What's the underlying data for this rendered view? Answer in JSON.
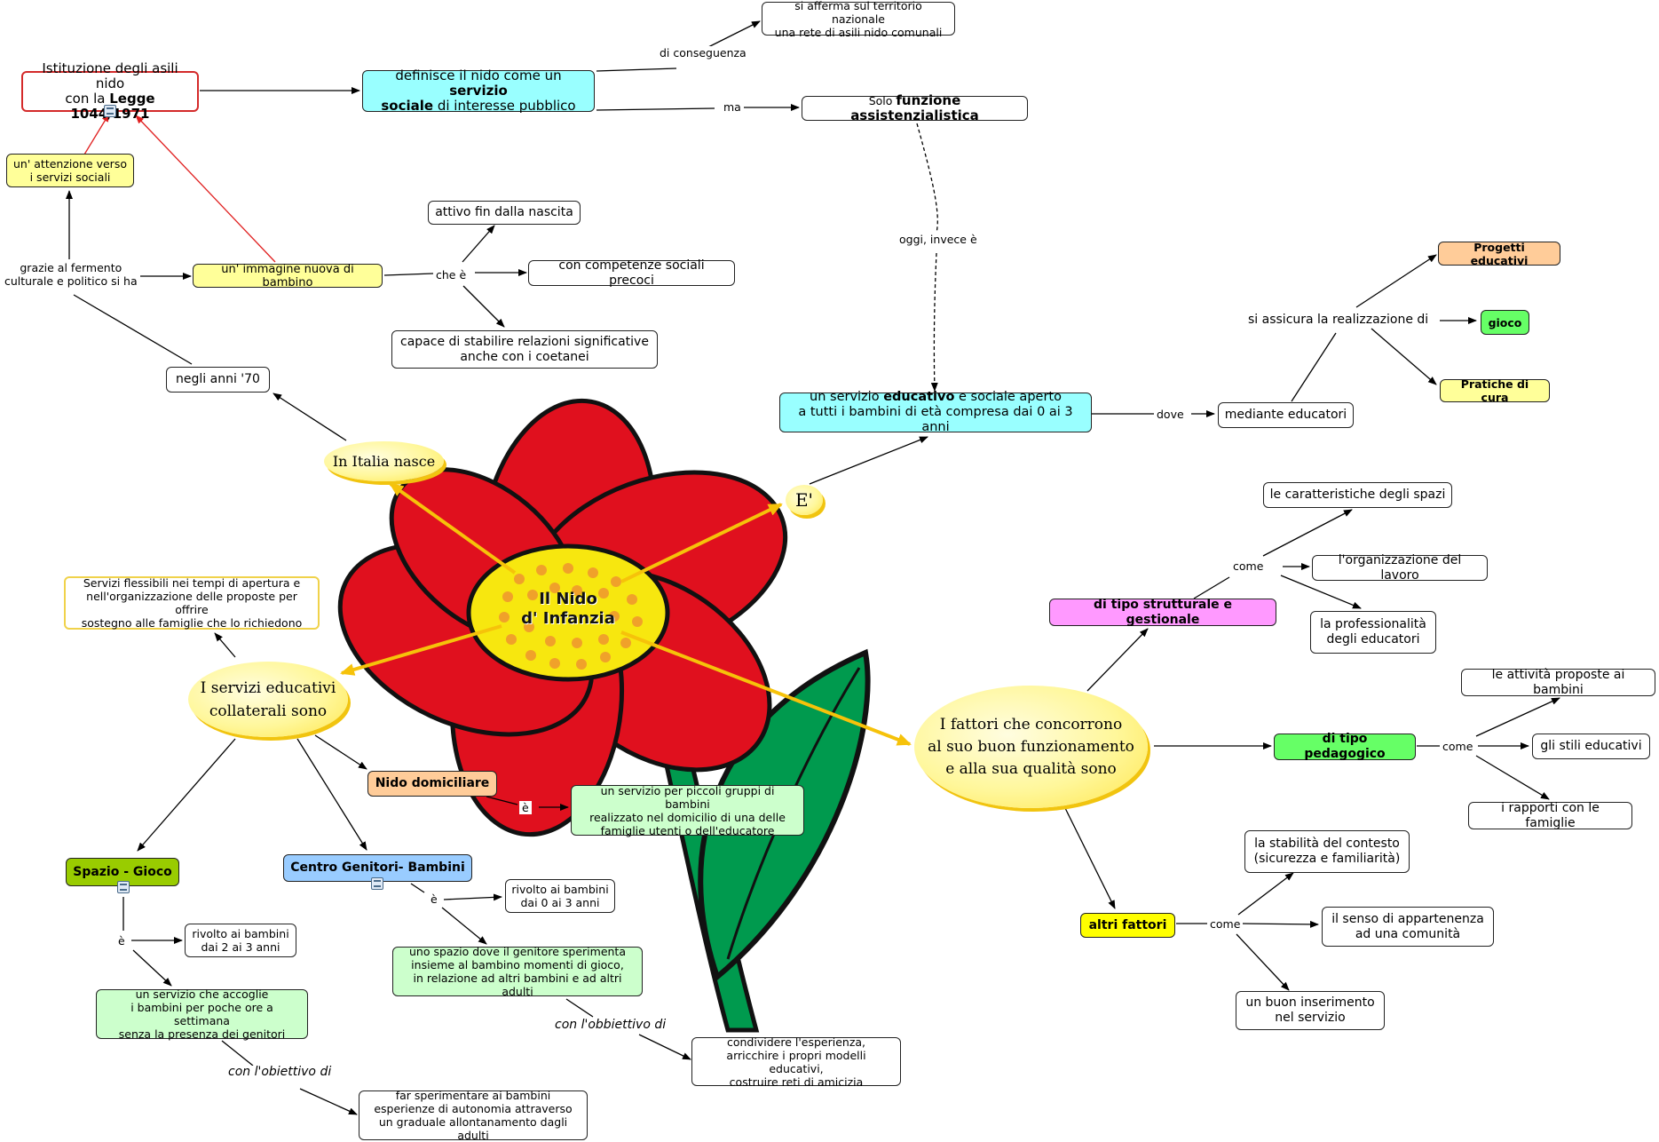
{
  "center": {
    "title": "Il Nido\nd' Infanzia"
  },
  "bubbles": {
    "italia": "In Italia nasce",
    "e": "E'",
    "servizi": "I servizi educativi\ncollaterali sono",
    "fattori": "I fattori che concorrono\nal suo buon funzionamento\ne alla sua qualità sono"
  },
  "nodes": {
    "istituzione_pre": "Istituzione degli asili nido\ncon la ",
    "istituzione_bold": "Legge 1044/1971",
    "definisce_pre": "definisce il nido come un ",
    "definisce_bold1": "servizio",
    "definisce_bold2": "sociale",
    "definisce_post": " di interesse pubblico",
    "rete": "si afferma sul territorio nazionale\nuna rete di asili nido comunali",
    "solo_pre": "Solo ",
    "solo_bold": "funzione assistenzialistica",
    "attenzione": "un' attenzione verso\ni servizi sociali",
    "immagine": "un' immagine nuova di bambino",
    "attivo": "attivo fin dalla nascita",
    "competenze": "con competenze sociali precoci",
    "capace": "capace di stabilire relazioni significative\nanche con i coetanei",
    "anni70": "negli anni '70",
    "educativo_pre": "un servizio ",
    "educativo_bold": "educativo",
    "educativo_post": " e sociale aperto\na tutti i bambini di età compresa dai 0 ai 3 anni",
    "educatori": "mediante educatori",
    "progetti": "Progetti educativi",
    "gioco": "gioco",
    "pratiche": "Pratiche di cura",
    "flessibili": "Servizi flessibili nei tempi di apertura e\nnell'organizzazione delle proposte per offrire\nsostegno alle famiglie che lo richiedono",
    "domiciliare": "Nido domiciliare",
    "piccoli": "un servizio per piccoli gruppi di bambini\nrealizzato nel domicilio di una delle\nfamiglie utenti o dell'educatore",
    "spazio": "Spazio - Gioco",
    "centro": "Centro Genitori- Bambini",
    "rivolto03": "rivolto ai bambini\ndai 0 ai 3 anni",
    "rivolto23": "rivolto ai bambini\ndai 2 ai 3 anni",
    "uno_spazio": "uno spazio dove il genitore sperimenta\ninsieme al bambino momenti di gioco,\nin relazione ad altri bambini e ad altri adulti",
    "accoglie": "un servizio che accoglie\ni bambini per poche ore a settimana\nsenza la presenza dei genitori",
    "condividere": "condividere l'esperienza,\narricchire i propri modelli educativi,\ncostruire reti di amicizia",
    "far": "far sperimentare ai bambini\nesperienze di autonomia attraverso\nun graduale allontanamento dagli adulti",
    "strutturale": "di tipo strutturale e gestionale",
    "caratteristiche": "le caratteristiche degli spazi",
    "organizzazione": "l'organizzazione del lavoro",
    "professionalita": "la professionalità\ndegli educatori",
    "pedagogico": "di tipo pedagogico",
    "attivita": "le attività proposte ai bambini",
    "stili": "gli stili educativi",
    "rapporti": "i rapporti con le famiglie",
    "altri": "altri fattori",
    "stabilita": "la stabilità del contesto\n(sicurezza e familiarità)",
    "senso": "il senso di appartenenza\nad una comunità",
    "inserimento": "un buon inserimento\nnel servizio"
  },
  "labels": {
    "conseguenza": "di conseguenza",
    "ma": "ma",
    "oggi": "oggi, invece è",
    "grazie": "grazie al fermento\nculturale e politico si ha",
    "che_e": "che è",
    "dove": "dove",
    "si_assicura": "si assicura la realizzazione di",
    "e_domiciliare": "è",
    "e_centro": "è",
    "e_spazio": "è",
    "obbiettivo": "con l'obbiettivo di",
    "obiettivo": "con l'obiettivo di",
    "come1": "come",
    "come2": "come",
    "come3": "come"
  },
  "colors": {
    "petal": "#e0101e",
    "petal_edge": "#111111",
    "center": "#f7e70f",
    "dots": "#f0a12a",
    "leaf": "#009a4e",
    "stem": "#009a4e",
    "arrow_main": "#f6c20a",
    "arrow_red": "#e02020",
    "cyan": "#99ffff",
    "yellow_light": "#ffff99",
    "green_light": "#ccffcc",
    "orange": "#ffcc99",
    "green": "#66ff66",
    "olive": "#99cc00",
    "blue": "#99ccff",
    "pink": "#ff99ff",
    "yellow": "#ffff00"
  }
}
